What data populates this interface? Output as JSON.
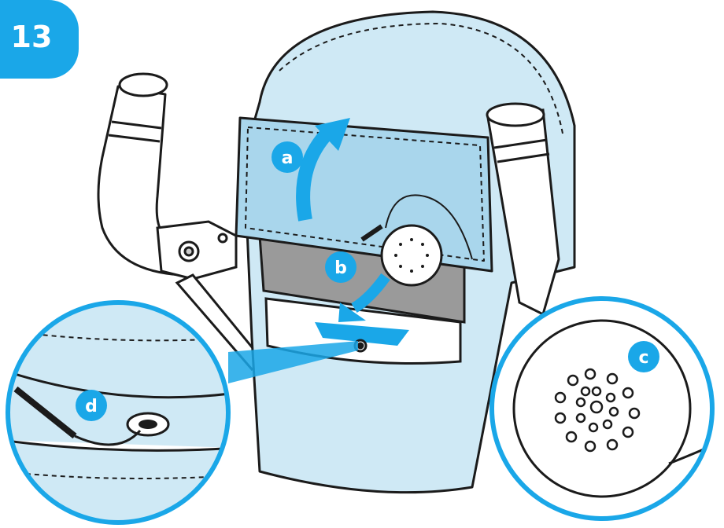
{
  "step": {
    "number": "13"
  },
  "labels": {
    "a": "a",
    "b": "b",
    "c": "c",
    "d": "d"
  },
  "colors": {
    "accent": "#1aa7e8",
    "fabric": "#cfe9f5",
    "fabric_dark": "#a9d6ec",
    "pocket_inner": "#9a9a9a",
    "line": "#1b1b1b",
    "white": "#ffffff"
  },
  "icons": {
    "speaker": "speaker-icon",
    "audio_jack": "audio-jack-icon",
    "arrow_lift": "curved-arrow-up-icon",
    "arrow_insert": "curved-arrow-down-icon"
  }
}
